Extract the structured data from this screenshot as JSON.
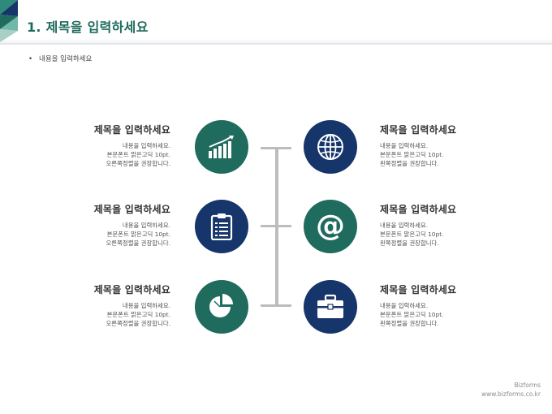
{
  "slide": {
    "title": "1. 제목을 입력하세요",
    "bullet": "내용을 입력하세요",
    "footer": {
      "brand": "Bizforms",
      "url": "www.bizforms.co.kr"
    }
  },
  "colors": {
    "teal": "#1f6b5e",
    "navy": "#16356a",
    "connector": "#bcbcbc"
  },
  "items": [
    {
      "side": "left",
      "title": "제목을 입력하세요",
      "desc": "내용을 입력하세요.\n본문폰트 맑은고딕 10pt.\n오른쪽정렬을 권장합니다.",
      "icon": "bar-chart-icon",
      "color": "#1f6b5e"
    },
    {
      "side": "left",
      "title": "제목을 입력하세요",
      "desc": "내용을 입력하세요.\n본문폰트 맑은고딕 10pt.\n오른쪽정렬을 권장합니다.",
      "icon": "clipboard-checklist-icon",
      "color": "#16356a"
    },
    {
      "side": "left",
      "title": "제목을 입력하세요",
      "desc": "내용을 입력하세요.\n본문폰트 맑은고딕 10pt.\n오른쪽정렬을 권장합니다.",
      "icon": "pie-chart-icon",
      "color": "#1f6b5e"
    },
    {
      "side": "right",
      "title": "제목을 입력하세요",
      "desc": "내용을 입력하세요.\n본문폰트 맑은고딕 10pt.\n왼쪽정렬을 권장합니다.",
      "icon": "globe-icon",
      "color": "#16356a"
    },
    {
      "side": "right",
      "title": "제목을 입력하세요",
      "desc": "내용을 입력하세요.\n본문폰트 맑은고딕 10pt.\n왼쪽정렬을 권장합니다.",
      "icon": "at-sign-icon",
      "color": "#1f6b5e"
    },
    {
      "side": "right",
      "title": "제목을 입력하세요",
      "desc": "내용을 입력하세요.\n본문폰트 맑은고딕 10pt.\n왼쪽정렬을 권장합니다.",
      "icon": "briefcase-icon",
      "color": "#16356a"
    }
  ]
}
